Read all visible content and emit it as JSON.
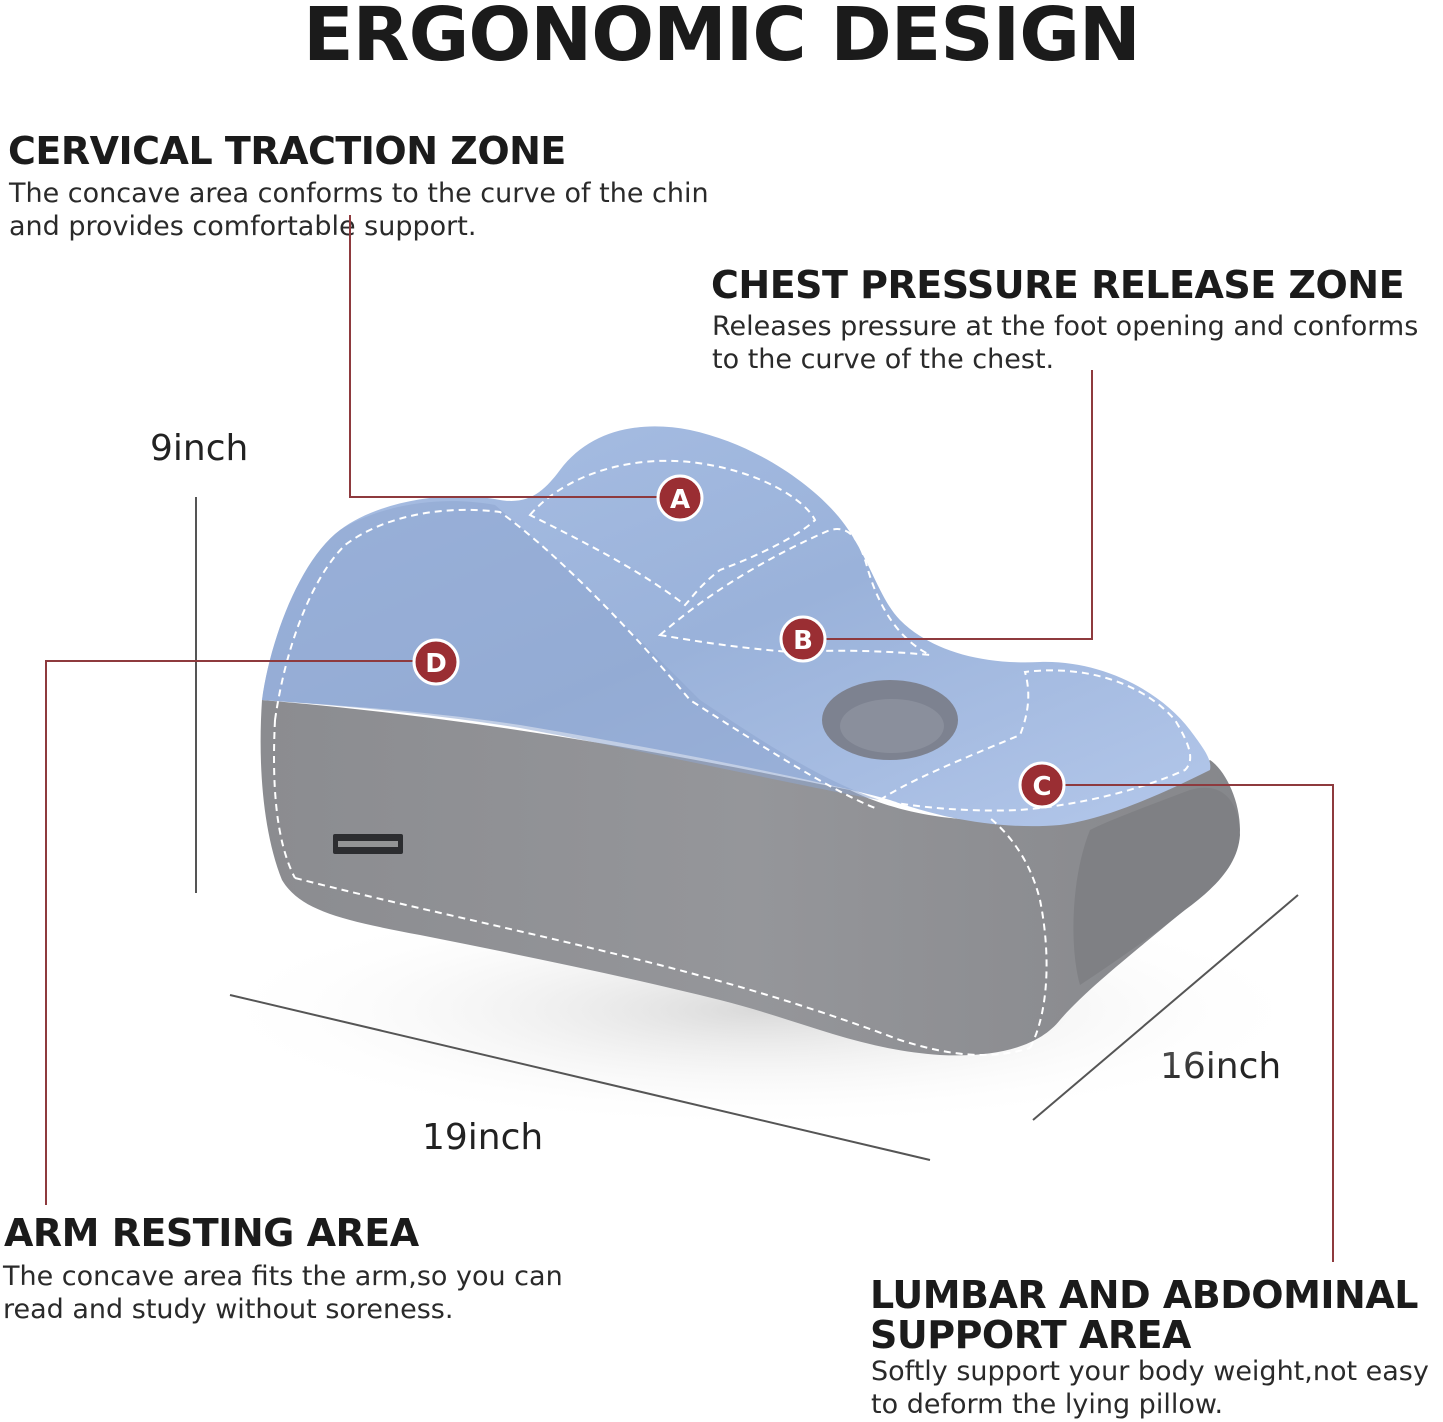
{
  "title": "ERGONOMIC DESIGN",
  "zones": {
    "cervical": {
      "heading": "CERVICAL TRACTION ZONE",
      "desc_line1": "The concave area conforms to the curve of the chin",
      "desc_line2": "and provides comfortable support."
    },
    "chest": {
      "heading": "CHEST PRESSURE RELEASE ZONE",
      "desc_line1": "Releases pressure at the foot opening and conforms",
      "desc_line2": "to the curve of the chest."
    },
    "arm": {
      "heading": "ARM RESTING AREA",
      "desc_line1": "The concave area fits the arm,so you can",
      "desc_line2": "read and study without soreness."
    },
    "lumbar": {
      "heading_line1": "LUMBAR AND ABDOMINAL",
      "heading_line2": "SUPPORT AREA",
      "desc_line1": "Softly support your body weight,not easy",
      "desc_line2": "to deform the lying pillow."
    }
  },
  "dimensions": {
    "height": "9inch",
    "width": "19inch",
    "depth": "16inch"
  },
  "markers": {
    "a": "A",
    "b": "B",
    "c": "C",
    "d": "D"
  },
  "colors": {
    "marker": "#9a2e33",
    "leader_line": "#8e3a3e",
    "pillow_top": "#9fb6dc",
    "pillow_base": "#8d8e92"
  }
}
